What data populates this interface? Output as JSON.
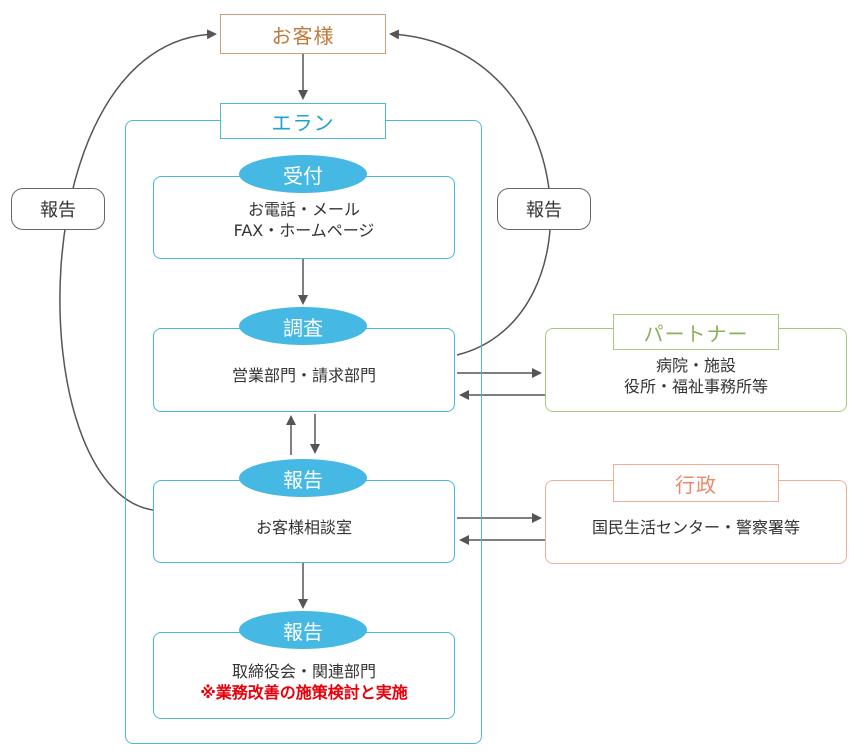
{
  "customer": {
    "label": "お客様"
  },
  "elan": {
    "label": "エラン"
  },
  "steps": {
    "reception": {
      "badge": "受付",
      "line1": "お電話・メール",
      "line2": "FAX・ホームページ"
    },
    "investigation": {
      "badge": "調査",
      "line1": "営業部門・請求部門"
    },
    "consultation": {
      "badge": "報告",
      "line1": "お客様相談室"
    },
    "management": {
      "badge": "報告",
      "line1": "取締役会・関連部門",
      "line2": "※業務改善の施策検討と実施"
    }
  },
  "partner": {
    "title": "パートナー",
    "line1": "病院・施設",
    "line2": "役所・福祉事務所等"
  },
  "government": {
    "title": "行政",
    "line1": "国民生活センター・警察署等"
  },
  "reports": {
    "left": "報告",
    "right": "報告"
  },
  "colors": {
    "elan_blue": "#4bb8da",
    "badge_blue": "#45b8e3",
    "customer_brown": "#c9a27b",
    "partner_green": "#a8c97d",
    "government_salmon": "#f0ad95",
    "highlight_red": "#e8000b",
    "arrow_gray": "#555555"
  }
}
